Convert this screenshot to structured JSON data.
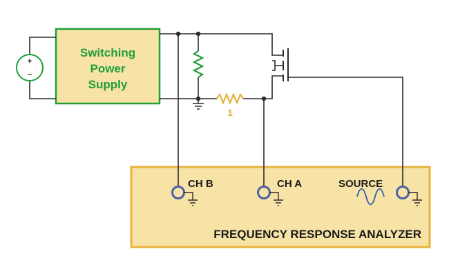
{
  "power_supply": {
    "line1": "Switching",
    "line2": "Power",
    "line3": "Supply"
  },
  "voltage_source": {
    "plus": "+",
    "minus": "–"
  },
  "injection_resistor": {
    "value": "1"
  },
  "analyzer": {
    "title": "FREQUENCY RESPONSE ANALYZER",
    "ch_b": "CH B",
    "ch_a": "CH A",
    "source": "SOURCE"
  },
  "colors": {
    "wire": "#2b2b2b",
    "supply_fill": "#f7e3a6",
    "supply_border": "#1f9e3a",
    "supply_text": "#1f9e3a",
    "load_resistor": "#1f9e3a",
    "injection_resistor": "#e3b13a",
    "analyzer_fill": "#f7e3a6",
    "analyzer_border": "#e8b33c",
    "connector_ring": "#4a5fa8",
    "sine": "#2f5bb0"
  }
}
